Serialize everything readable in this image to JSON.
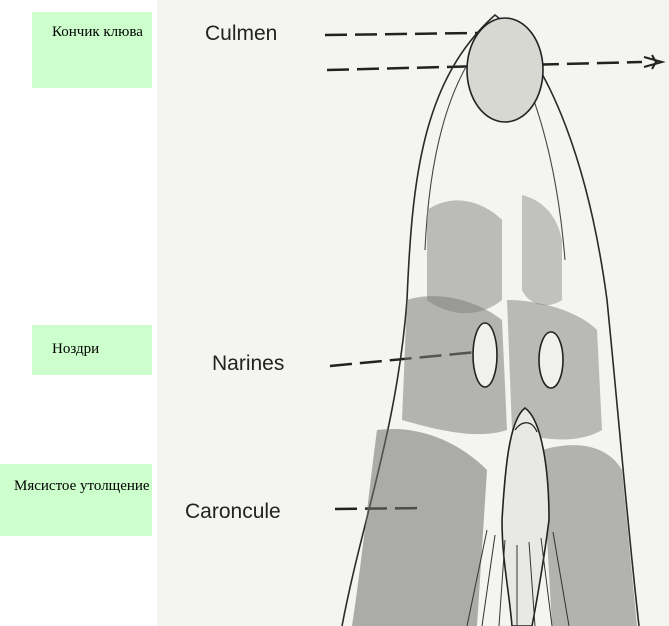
{
  "labels_ru": {
    "tip": "Кончик клюва",
    "nostrils": "Ноздри",
    "caruncle": "Мясистое утолщение"
  },
  "labels_fr": {
    "culmen": "Culmen",
    "narines": "Narines",
    "caruncle": "Caroncule"
  },
  "colors": {
    "label_bg": "#ccffcc",
    "ink": "#222222",
    "paper": "#f4f4f1"
  }
}
